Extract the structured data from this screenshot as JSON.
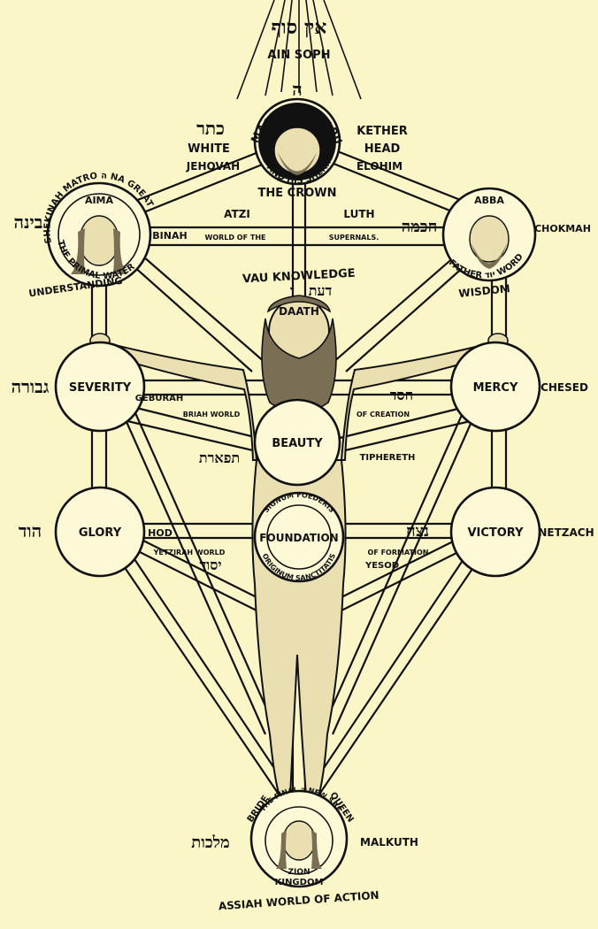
{
  "top": {
    "ain_soph_hebrew": "אין סוף",
    "ain_soph": "AIN SOPH"
  },
  "kether": {
    "hebrew": "כתר",
    "name": "KETHER",
    "macro": "MACRO",
    "letter": "ה",
    "prosopus": "PROSOPUS",
    "white": "WHITE",
    "head": "HEAD",
    "jehovah": "JEHOVAH",
    "elohim": "ELOHIM",
    "crown": "THE CROWN",
    "god_shekinah": "GOD AND HIS SHEKINAH"
  },
  "atziluth": {
    "atzi": "ATZI",
    "luth": "LUTH",
    "world_of_the": "WORLD OF THE",
    "supernals": "SUPERNALS."
  },
  "binah": {
    "hebrew": "בינה",
    "name": "BINAH",
    "aima": "AIMA",
    "arc_top": "SHEKINAH MATRO ה NA GREAT",
    "arc_bottom": "THE PRIMAL WATER",
    "understanding": "UNDERSTANDING"
  },
  "chokmah": {
    "hebrew": "חכמה",
    "name": "CHOKMAH",
    "abba": "ABBA",
    "arc_bottom": "FATHER יוד WORD",
    "wisdom": "WISDOM"
  },
  "daath": {
    "vau_knowledge": "VAU KNOWLEDGE",
    "hebrew_vau": "ו",
    "hebrew": "דעת",
    "name": "DAATH"
  },
  "geburah": {
    "hebrew": "גבורה",
    "sphere": "SEVERITY",
    "name": "GEBURAH"
  },
  "chesed": {
    "hebrew": "חסד",
    "sphere": "MERCY",
    "name": "CHESED"
  },
  "briah": {
    "world": "BRIAH WORLD",
    "of_creation": "OF CREATION"
  },
  "tiphereth": {
    "sphere": "BEAUTY",
    "hebrew": "תפארת",
    "name": "TIPHERETH"
  },
  "hod": {
    "hebrew": "הוד",
    "sphere": "GLORY",
    "name": "HOD"
  },
  "netzach": {
    "hebrew": "נצח",
    "sphere": "VICTORY",
    "name": "NETZACH"
  },
  "yesod": {
    "sphere": "FOUNDATION",
    "arc_top": "SIGNUM FOEDERIS",
    "arc_bottom": "ORIGINUM SANCTITATIS",
    "hebrew": "יסוד",
    "name": "YESOD"
  },
  "yetzirah": {
    "world": "YETZIRAH WORLD",
    "of_formation": "OF FORMATION"
  },
  "malkuth": {
    "hebrew": "מלכות",
    "name": "MALKUTH",
    "bride": "BRIDE",
    "queen": "QUEEN",
    "arc": "THE FINAL ה NEW SHE",
    "zion": "ZION",
    "kingdom": "KINGDOM",
    "assiah": "ASSIAH WORLD OF ACTION"
  }
}
